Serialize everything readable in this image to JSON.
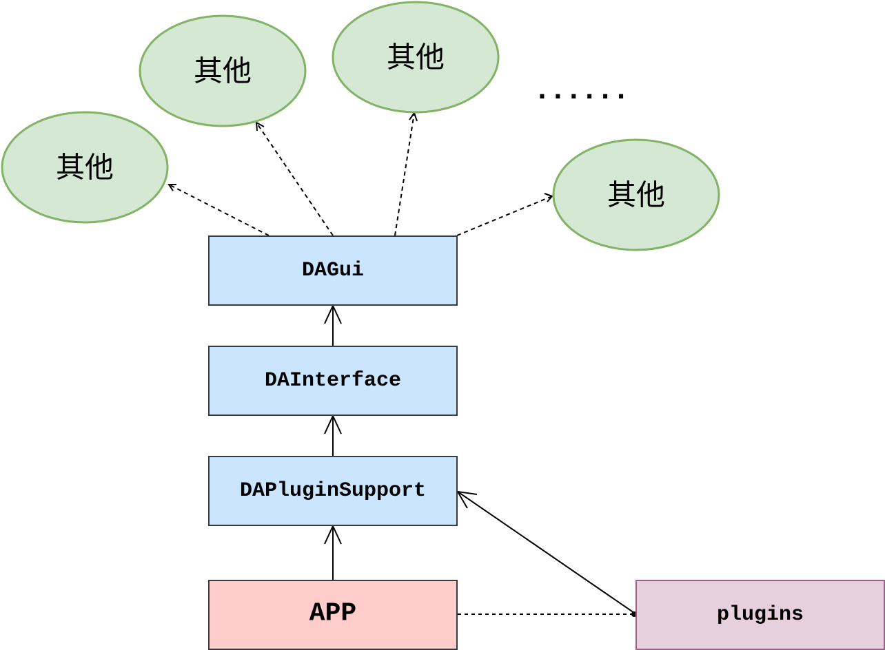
{
  "colors": {
    "ellipse_fill": "#d5e8d4",
    "ellipse_stroke": "#82b366",
    "module_fill": "#cce5ff",
    "module_stroke": "#36393d",
    "app_fill": "#ffcccc",
    "plugins_fill": "#e6d0de",
    "plugins_stroke": "#996185",
    "edge": "#000000"
  },
  "ellipses": [
    {
      "id": "other-1",
      "label": "其他"
    },
    {
      "id": "other-2",
      "label": "其他"
    },
    {
      "id": "other-3",
      "label": "其他"
    },
    {
      "id": "other-4",
      "label": "其他"
    }
  ],
  "ellipsis_text": "......",
  "boxes": {
    "dagui": {
      "label": "DAGui"
    },
    "dainterface": {
      "label": "DAInterface"
    },
    "dapluginsupport": {
      "label": "DAPluginSupport"
    },
    "app": {
      "label": "APP"
    },
    "plugins": {
      "label": "plugins"
    }
  },
  "edges": [
    {
      "from": "dagui",
      "to": "other-1",
      "style": "dashed",
      "arrow": "open"
    },
    {
      "from": "dagui",
      "to": "other-2",
      "style": "dashed",
      "arrow": "open"
    },
    {
      "from": "dagui",
      "to": "other-3",
      "style": "dashed",
      "arrow": "open"
    },
    {
      "from": "dagui",
      "to": "other-4",
      "style": "dashed",
      "arrow": "open"
    },
    {
      "from": "dainterface",
      "to": "dagui",
      "style": "solid",
      "arrow": "open"
    },
    {
      "from": "dapluginsupport",
      "to": "dainterface",
      "style": "solid",
      "arrow": "open"
    },
    {
      "from": "app",
      "to": "dapluginsupport",
      "style": "solid",
      "arrow": "open"
    },
    {
      "from": "plugins",
      "to": "dapluginsupport",
      "style": "solid",
      "arrow": "open"
    },
    {
      "from": "app",
      "to": "plugins",
      "style": "dotted",
      "arrow": "dot"
    }
  ]
}
